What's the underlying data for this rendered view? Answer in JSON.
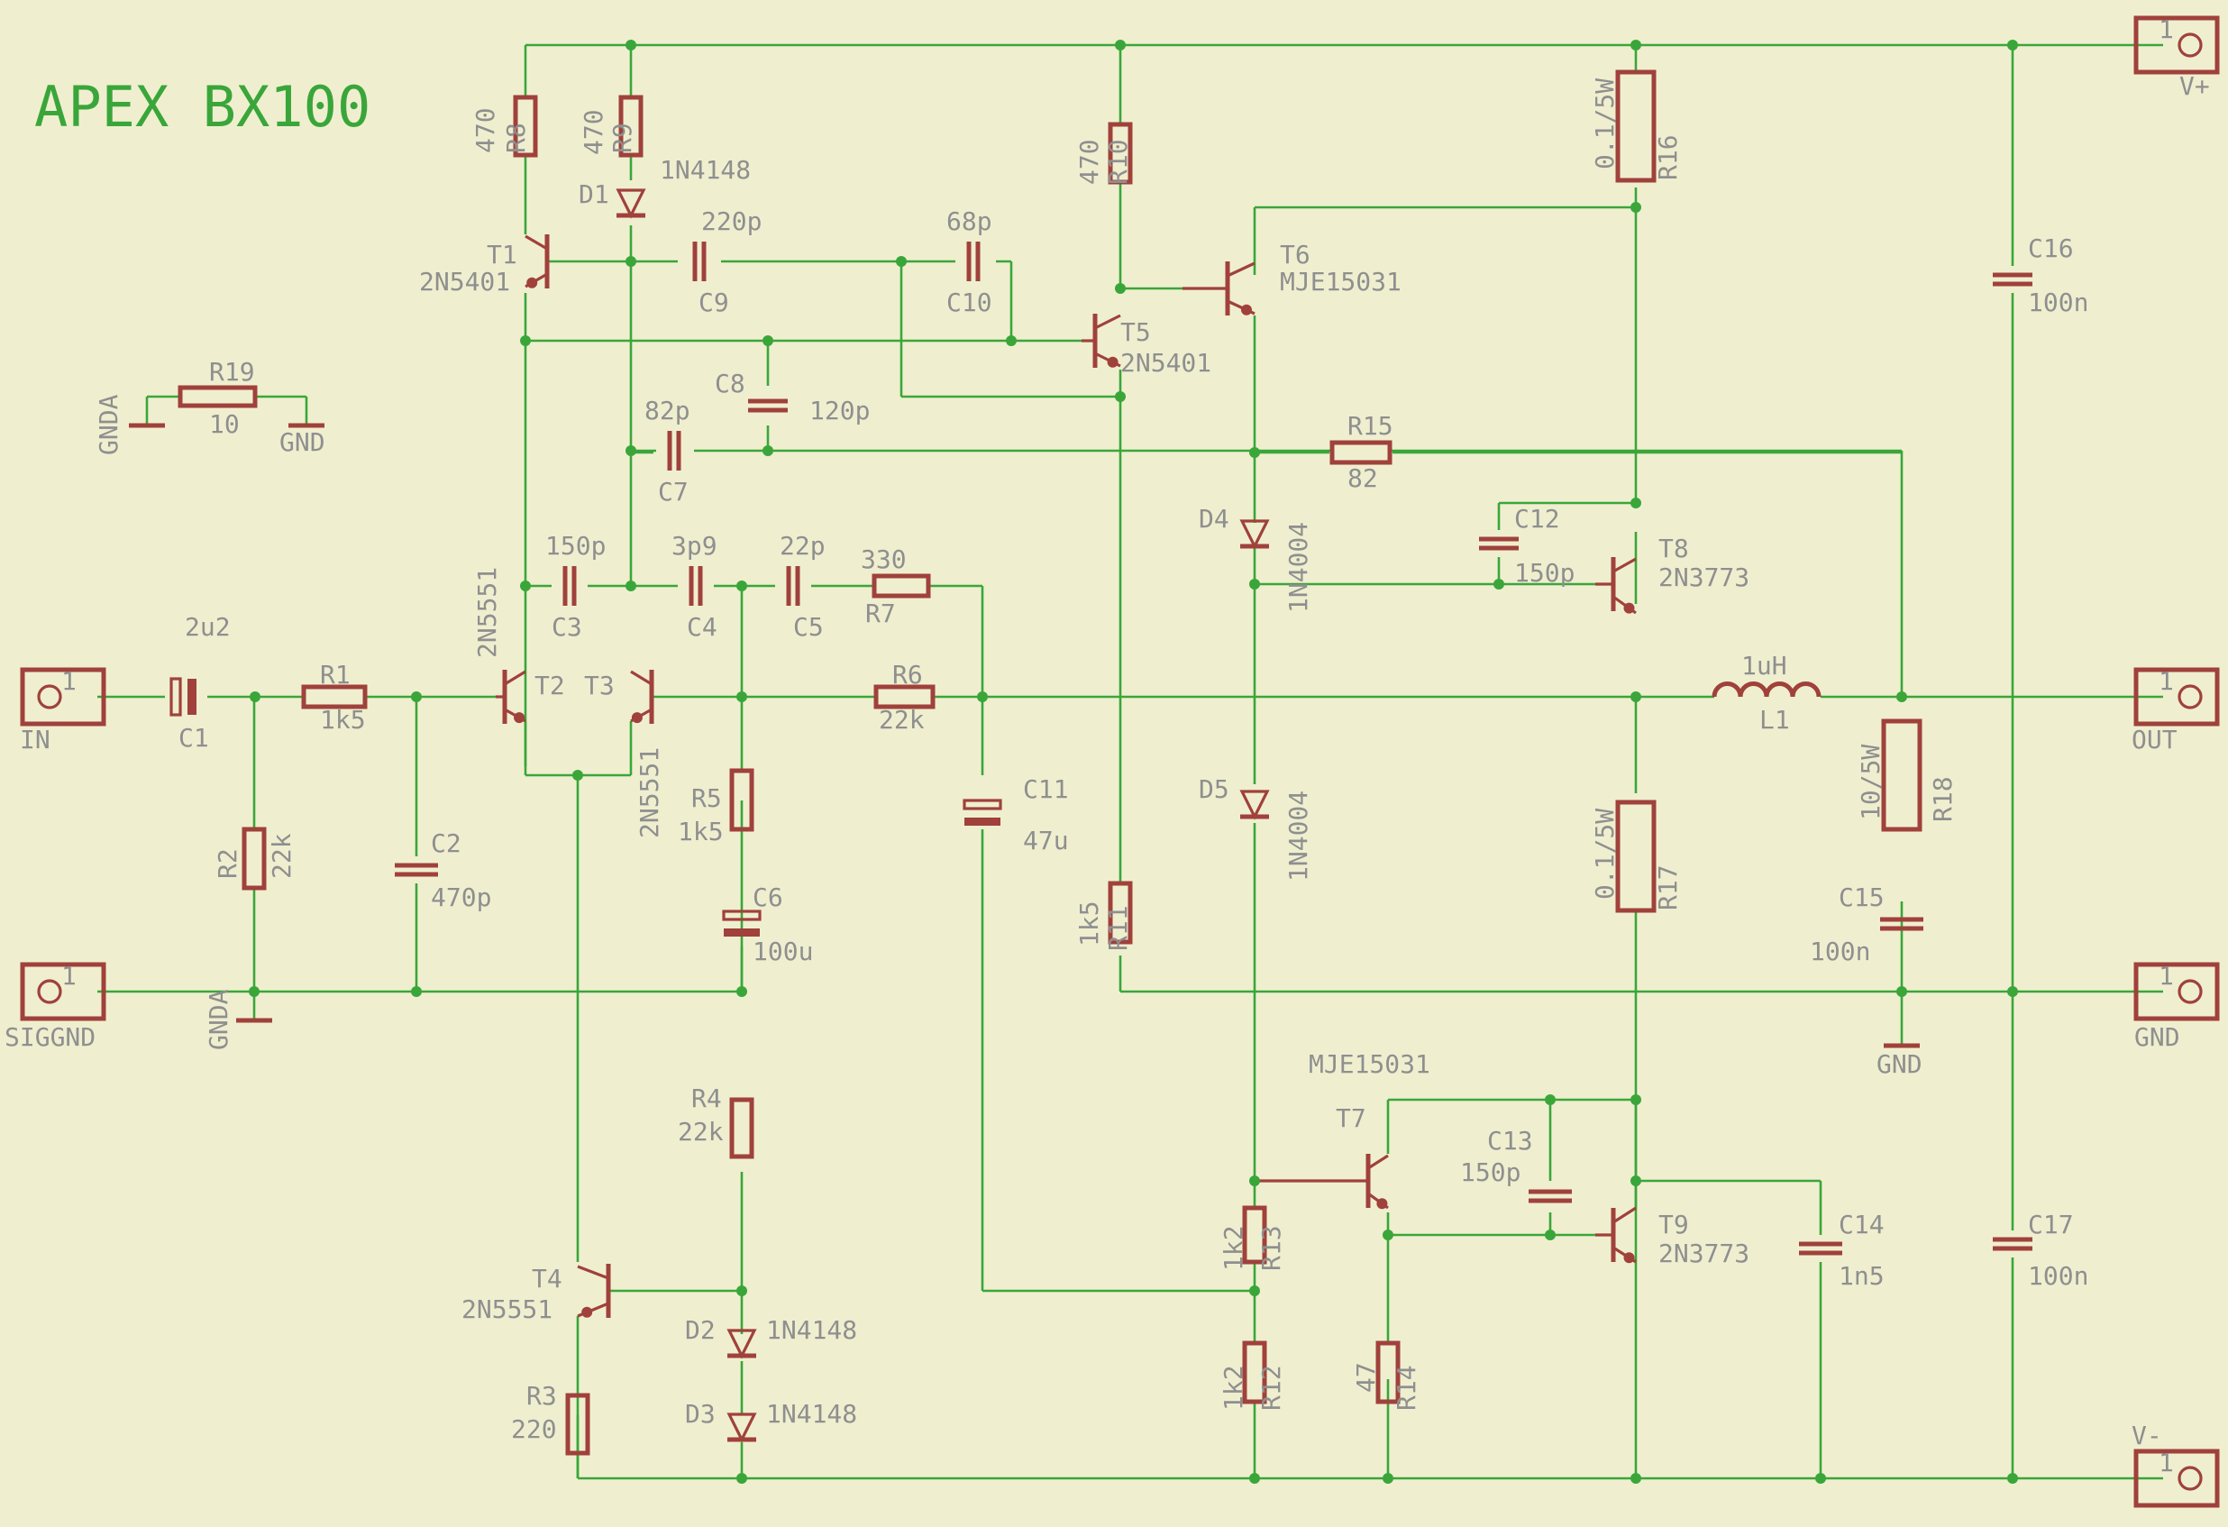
{
  "title": "APEX BX100",
  "components": {
    "R1": {
      "ref": "R1",
      "value": "1k5"
    },
    "R2": {
      "ref": "R2",
      "value": "22k"
    },
    "R3": {
      "ref": "R3",
      "value": "220"
    },
    "R4": {
      "ref": "R4",
      "value": "22k"
    },
    "R5": {
      "ref": "R5",
      "value": "1k5"
    },
    "R6": {
      "ref": "R6",
      "value": "22k"
    },
    "R7": {
      "ref": "R7",
      "value": "330"
    },
    "R8": {
      "ref": "R8",
      "value": "470"
    },
    "R9": {
      "ref": "R9",
      "value": "470"
    },
    "R10": {
      "ref": "R10",
      "value": "470"
    },
    "R11": {
      "ref": "R11",
      "value": "1k5"
    },
    "R12": {
      "ref": "R12",
      "value": "1k2"
    },
    "R13": {
      "ref": "R13",
      "value": "1k2"
    },
    "R14": {
      "ref": "R14",
      "value": "47"
    },
    "R15": {
      "ref": "R15",
      "value": "82"
    },
    "R16": {
      "ref": "R16",
      "value": "0.1/5W"
    },
    "R17": {
      "ref": "R17",
      "value": "0.1/5W"
    },
    "R18": {
      "ref": "R18",
      "value": "10/5W"
    },
    "R19": {
      "ref": "R19",
      "value": "10"
    },
    "C1": {
      "ref": "C1",
      "value": "2u2"
    },
    "C2": {
      "ref": "C2",
      "value": "470p"
    },
    "C3": {
      "ref": "C3",
      "value": "150p"
    },
    "C4": {
      "ref": "C4",
      "value": "3p9"
    },
    "C5": {
      "ref": "C5",
      "value": "22p"
    },
    "C6": {
      "ref": "C6",
      "value": "100u"
    },
    "C7": {
      "ref": "C7",
      "value": "82p"
    },
    "C8": {
      "ref": "C8",
      "value": "120p"
    },
    "C9": {
      "ref": "C9",
      "value": "220p"
    },
    "C10": {
      "ref": "C10",
      "value": "68p"
    },
    "C11": {
      "ref": "C11",
      "value": "47u"
    },
    "C12": {
      "ref": "C12",
      "value": "150p"
    },
    "C13": {
      "ref": "C13",
      "value": "150p"
    },
    "C14": {
      "ref": "C14",
      "value": "1n5"
    },
    "C15": {
      "ref": "C15",
      "value": "100n"
    },
    "C16": {
      "ref": "C16",
      "value": "100n"
    },
    "C17": {
      "ref": "C17",
      "value": "100n"
    },
    "D1": {
      "ref": "D1",
      "value": "1N4148"
    },
    "D2": {
      "ref": "D2",
      "value": "1N4148"
    },
    "D3": {
      "ref": "D3",
      "value": "1N4148"
    },
    "D4": {
      "ref": "D4",
      "value": "1N4004"
    },
    "D5": {
      "ref": "D5",
      "value": "1N4004"
    },
    "T1": {
      "ref": "T1",
      "value": "2N5401"
    },
    "T2": {
      "ref": "T2",
      "value": "2N5551"
    },
    "T3": {
      "ref": "T3",
      "value": "2N5551"
    },
    "T4": {
      "ref": "T4",
      "value": "2N5551"
    },
    "T5": {
      "ref": "T5",
      "value": "2N5401"
    },
    "T6": {
      "ref": "T6",
      "value": "MJE15031"
    },
    "T7": {
      "ref": "T7",
      "value": "MJE15031"
    },
    "T8": {
      "ref": "T8",
      "value": "2N3773"
    },
    "T9": {
      "ref": "T9",
      "value": "2N3773"
    },
    "L1": {
      "ref": "L1",
      "value": "1uH"
    }
  },
  "connectors": {
    "in": {
      "label": "IN",
      "pin": "1"
    },
    "siggnd": {
      "label": "SIGGND",
      "pin": "1"
    },
    "vplus": {
      "label": "V+",
      "pin": "1"
    },
    "out": {
      "label": "OUT",
      "pin": "1"
    },
    "gnd": {
      "label": "GND",
      "pin": "1"
    },
    "vminus": {
      "label": "V-",
      "pin": "1"
    }
  },
  "grounds": {
    "gnda1": "GNDA",
    "gnda2": "GNDA",
    "gnd1": "GND",
    "gnd2": "GND"
  },
  "colors": {
    "background": "#efefd0",
    "wire": "#3aa63a",
    "component": "#a0413b",
    "text": "#8f8f8f",
    "title": "#3aa63a"
  }
}
